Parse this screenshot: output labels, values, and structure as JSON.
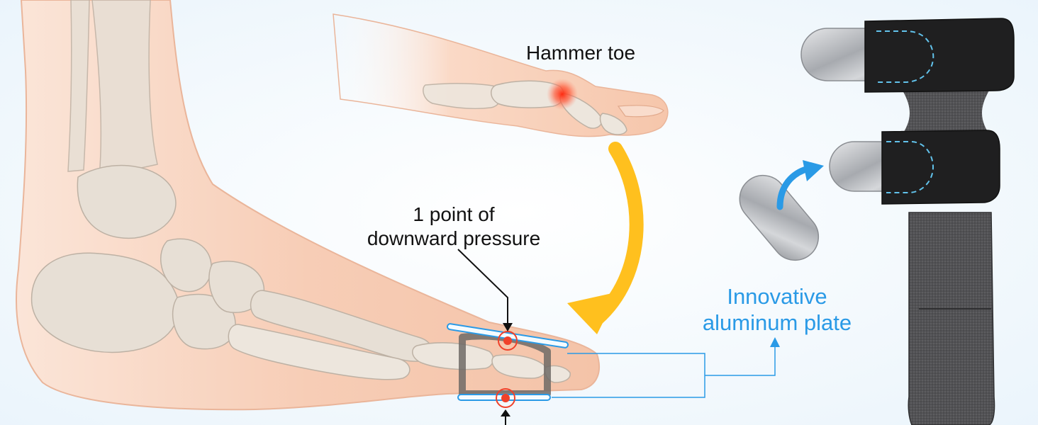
{
  "colors": {
    "background": "#f4f9fd",
    "skin": "#f7cfb9",
    "skin_edge": "#eab59a",
    "bone": "#e5ddd3",
    "bone_edge": "#b9ada0",
    "pain_red": "#f0412a",
    "arrow_yellow": "#ffc01e",
    "accent_blue": "#2a9ae6",
    "label_black": "#111111",
    "splint_dark": "#1f1f20",
    "splint_gray": "#4f4f52",
    "stitch_blue": "#62c3ec",
    "metal": "#b9bcc0"
  },
  "icons": [
    "curved-arrow-icon",
    "curved-arrow-blue-icon"
  ],
  "labels": {
    "hammer_toe": "Hammer toe",
    "pressure_line1": "1 point of",
    "pressure_line2": "downward pressure",
    "plate_line1": "Innovative",
    "plate_line2": "aluminum plate"
  }
}
